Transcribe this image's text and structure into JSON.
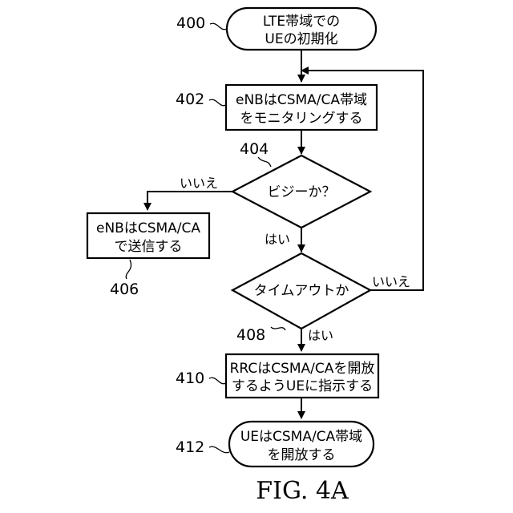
{
  "nodes": {
    "start": {
      "ref": "400",
      "lines": [
        "LTE帯域での",
        "UEの初期化"
      ]
    },
    "monitor": {
      "ref": "402",
      "lines": [
        "eNBはCSMA/CA帯域",
        "をモニタリングする"
      ]
    },
    "busy": {
      "ref": "404",
      "lines": [
        "ビジーか？"
      ]
    },
    "transmit": {
      "ref": "406",
      "lines": [
        "eNBはCSMA/CA",
        "で送信する"
      ]
    },
    "timeout": {
      "ref": "408",
      "lines": [
        "タイムアウトか"
      ]
    },
    "rrc": {
      "ref": "410",
      "lines": [
        "RRCはCSMA/CAを開放",
        "するようUEに指示する"
      ]
    },
    "release": {
      "ref": "412",
      "lines": [
        "UEはCSMA/CA帯域",
        "を開放する"
      ]
    }
  },
  "edges": {
    "busy_no": "いいえ",
    "busy_yes": "はい",
    "timeout_no": "いいえ",
    "timeout_yes": "はい"
  },
  "caption": "FIG. 4A"
}
